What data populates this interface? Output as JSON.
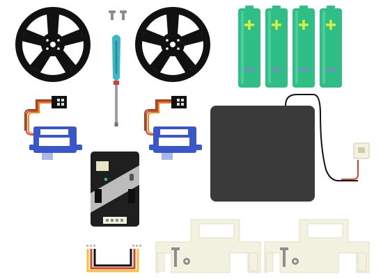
{
  "canvas": {
    "background": "#ffffff"
  },
  "colors": {
    "wheel": "#111111",
    "screwdriver_handle": "#3bb8c6",
    "screwdriver_shaft": "#9aa0a6",
    "battery_body": "#2fbf86",
    "battery_plus": "#d7f03a",
    "battery_minus": "#8a7fd6",
    "servo_body": "#3a57c9",
    "servo_label": "#ffffff",
    "board": "#1f1f1f",
    "battery_case": "#3a3a3a",
    "wire_red": "#e0402a",
    "wire_black": "#111111",
    "wire_yellow": "#f2c12e",
    "wire_orange": "#f08a1d",
    "bracket": "#f3f1df",
    "tool_gray": "#8d8d8d"
  },
  "parts": [
    {
      "id": "wheel-left",
      "icon": "wheel-icon"
    },
    {
      "id": "wheel-right",
      "icon": "wheel-icon"
    },
    {
      "id": "screws",
      "icon": "screw-icon"
    },
    {
      "id": "screwdriver",
      "icon": "screwdriver-icon"
    },
    {
      "id": "aa-batteries",
      "icon": "battery-icon",
      "count": 4
    },
    {
      "id": "servo-left",
      "icon": "servo-icon"
    },
    {
      "id": "servo-right",
      "icon": "servo-icon"
    },
    {
      "id": "controller-board",
      "icon": "board-icon"
    },
    {
      "id": "battery-holder",
      "icon": "battery-case-icon"
    },
    {
      "id": "jumper-wires",
      "icon": "wire-icon"
    },
    {
      "id": "mount-bracket-left",
      "icon": "bracket-icon"
    },
    {
      "id": "mount-bracket-right",
      "icon": "bracket-icon"
    }
  ]
}
